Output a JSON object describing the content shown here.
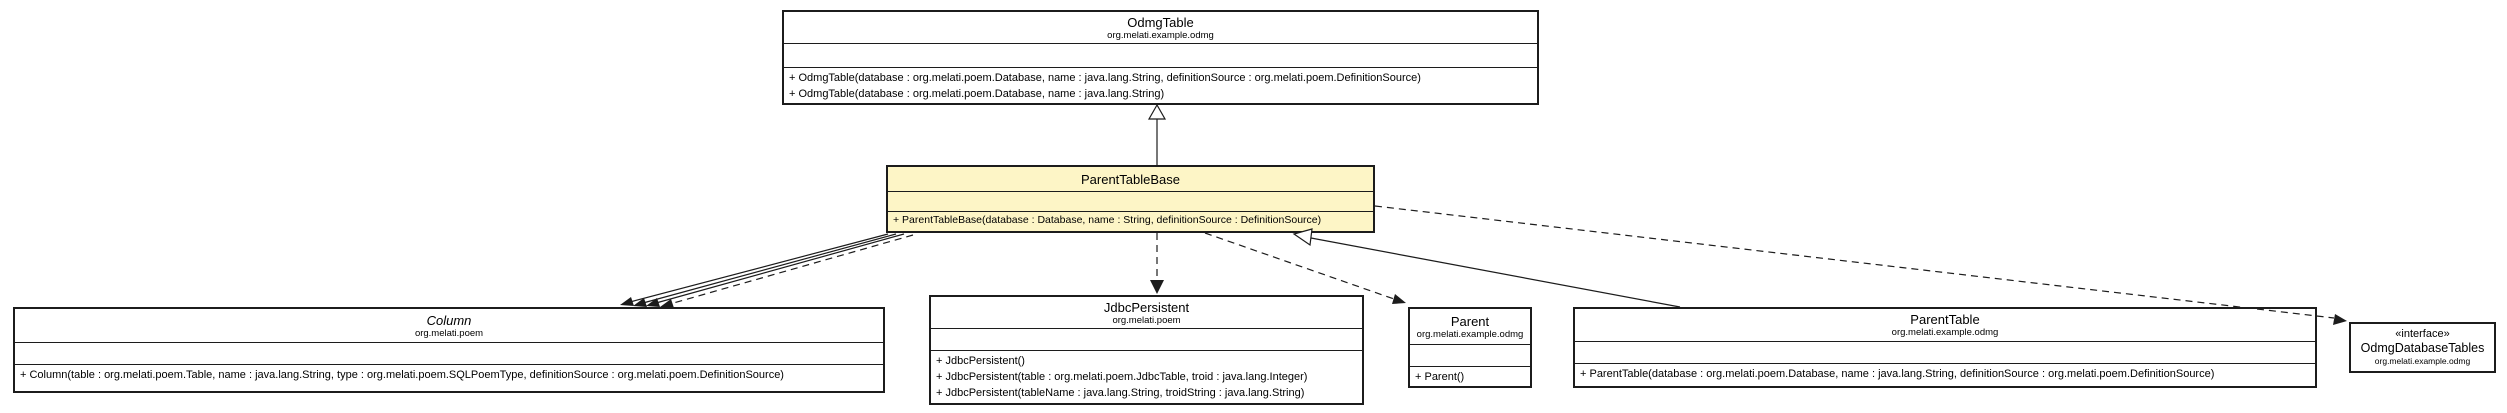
{
  "canvas": {
    "background": "#ffffff",
    "highlight_fill": "#fdf5c6",
    "box_fill": "#ffffff",
    "border_color": "#1c1c1c"
  },
  "classes": {
    "odmg_table": {
      "name": "OdmgTable",
      "package": "org.melati.example.odmg",
      "methods": [
        "+ OdmgTable(database : org.melati.poem.Database, name : java.lang.String, definitionSource : org.melati.poem.DefinitionSource)",
        "+ OdmgTable(database : org.melati.poem.Database, name : java.lang.String)"
      ]
    },
    "parent_table_base": {
      "name": "ParentTableBase",
      "methods": [
        "+ ParentTableBase(database : Database, name : String, definitionSource : DefinitionSource)"
      ]
    },
    "column": {
      "name": "Column",
      "package": "org.melati.poem",
      "methods": [
        "+ Column(table : org.melati.poem.Table, name : java.lang.String, type : org.melati.poem.SQLPoemType, definitionSource : org.melati.poem.DefinitionSource)"
      ]
    },
    "jdbc_persistent": {
      "name": "JdbcPersistent",
      "package": "org.melati.poem",
      "methods": [
        "+ JdbcPersistent()",
        "+ JdbcPersistent(table : org.melati.poem.JdbcTable, troid : java.lang.Integer)",
        "+ JdbcPersistent(tableName : java.lang.String, troidString : java.lang.String)"
      ]
    },
    "parent": {
      "name": "Parent",
      "package": "org.melati.example.odmg",
      "methods": [
        "+ Parent()"
      ]
    },
    "parent_table": {
      "name": "ParentTable",
      "package": "org.melati.example.odmg",
      "methods": [
        "+ ParentTable(database : org.melati.poem.Database, name : java.lang.String, definitionSource : org.melati.poem.DefinitionSource)"
      ]
    },
    "odmg_database_tables": {
      "stereotype": "«interface»",
      "name": "OdmgDatabaseTables",
      "package": "org.melati.example.odmg"
    }
  },
  "relations": [
    {
      "type": "generalization",
      "from": "ParentTableBase",
      "to": "OdmgTable"
    },
    {
      "type": "generalization",
      "from": "ParentTable",
      "to": "ParentTableBase"
    },
    {
      "type": "association",
      "from": "ParentTableBase",
      "to": "Column"
    },
    {
      "type": "association",
      "from": "ParentTableBase",
      "to": "Column"
    },
    {
      "type": "association",
      "from": "ParentTableBase",
      "to": "Column"
    },
    {
      "type": "dependency",
      "from": "ParentTableBase",
      "to": "Column"
    },
    {
      "type": "dependency",
      "from": "ParentTableBase",
      "to": "JdbcPersistent"
    },
    {
      "type": "dependency",
      "from": "ParentTableBase",
      "to": "Parent"
    },
    {
      "type": "dependency",
      "from": "ParentTableBase",
      "to": "OdmgDatabaseTables"
    }
  ]
}
